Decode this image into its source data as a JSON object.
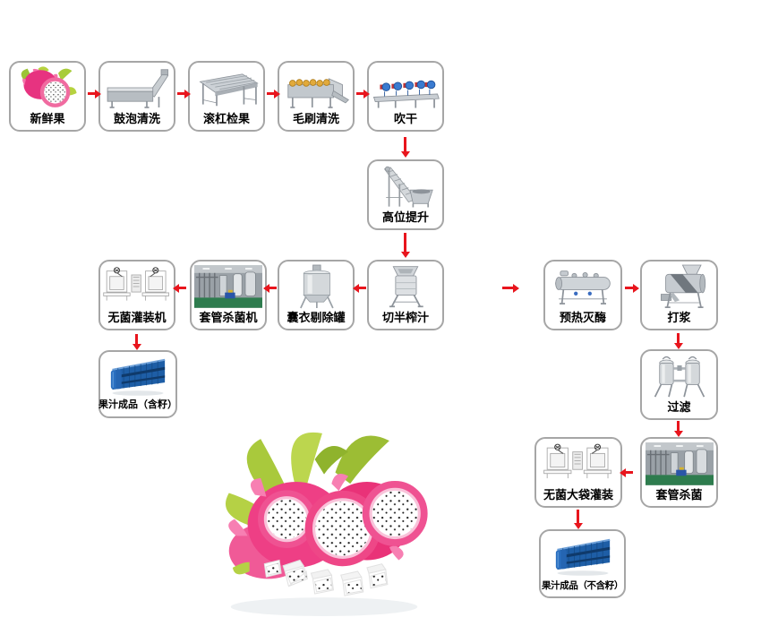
{
  "style": {
    "background": "#ffffff",
    "arrow_color": "#e8151d",
    "box_border": "#a6a6a6",
    "box_background": "#ffffff",
    "label_color": "#000000"
  },
  "nodes": [
    {
      "id": "fresh-fruit",
      "label": "新鲜果",
      "icon": "dragon-fruit-icon"
    },
    {
      "id": "bubble-washing",
      "label": "鼓泡清洗",
      "icon": "bubble-washer-icon"
    },
    {
      "id": "roller-inspection",
      "label": "滚杠检果",
      "icon": "roller-table-icon"
    },
    {
      "id": "brush-washing",
      "label": "毛刷清洗",
      "icon": "brush-washer-icon"
    },
    {
      "id": "blow-drying",
      "label": "吹干",
      "icon": "air-dryer-icon"
    },
    {
      "id": "high-lifting",
      "label": "高位提升",
      "icon": "elevator-icon"
    },
    {
      "id": "half-cut-juicing",
      "label": "切半榨汁",
      "icon": "juicer-icon"
    },
    {
      "id": "capsule-removal-tank",
      "label": "囊衣剔除罐",
      "icon": "mixing-tank-icon"
    },
    {
      "id": "tube-sterilizer-machine",
      "label": "套管杀菌机",
      "icon": "sterilizer-photo-icon"
    },
    {
      "id": "aseptic-filling-machine",
      "label": "无菌灌装机",
      "icon": "bag-filler-icon"
    },
    {
      "id": "juice-product-with-seeds",
      "label": "果汁成品（含籽）",
      "icon": "blue-drums-icon"
    },
    {
      "id": "preheat-enzyme-deactivation",
      "label": "预热灭酶",
      "icon": "preheater-icon"
    },
    {
      "id": "pulping",
      "label": "打浆",
      "icon": "pulper-icon"
    },
    {
      "id": "filtering",
      "label": "过滤",
      "icon": "filter-tanks-icon"
    },
    {
      "id": "tube-sterilization",
      "label": "套管杀菌",
      "icon": "sterilizer-photo-icon"
    },
    {
      "id": "aseptic-bag-filling",
      "label": "无菌大袋灌装",
      "icon": "bag-filler-icon"
    },
    {
      "id": "juice-product-without-seeds",
      "label": "果汁成品（不含籽）",
      "icon": "blue-drums-icon"
    }
  ],
  "edges": [
    {
      "from": "fresh-fruit",
      "to": "bubble-washing",
      "direction": "right"
    },
    {
      "from": "bubble-washing",
      "to": "roller-inspection",
      "direction": "right"
    },
    {
      "from": "roller-inspection",
      "to": "brush-washing",
      "direction": "right"
    },
    {
      "from": "brush-washing",
      "to": "blow-drying",
      "direction": "right"
    },
    {
      "from": "blow-drying",
      "to": "high-lifting",
      "direction": "down"
    },
    {
      "from": "high-lifting",
      "to": "half-cut-juicing",
      "direction": "down"
    },
    {
      "from": "half-cut-juicing",
      "to": "capsule-removal-tank",
      "direction": "left"
    },
    {
      "from": "capsule-removal-tank",
      "to": "tube-sterilizer-machine",
      "direction": "left"
    },
    {
      "from": "tube-sterilizer-machine",
      "to": "aseptic-filling-machine",
      "direction": "left"
    },
    {
      "from": "aseptic-filling-machine",
      "to": "juice-product-with-seeds",
      "direction": "down"
    },
    {
      "from": "half-cut-juicing",
      "to": "preheat-enzyme-deactivation",
      "direction": "right"
    },
    {
      "from": "preheat-enzyme-deactivation",
      "to": "pulping",
      "direction": "right"
    },
    {
      "from": "pulping",
      "to": "filtering",
      "direction": "down"
    },
    {
      "from": "filtering",
      "to": "tube-sterilization",
      "direction": "down"
    },
    {
      "from": "tube-sterilization",
      "to": "aseptic-bag-filling",
      "direction": "left"
    },
    {
      "from": "aseptic-bag-filling",
      "to": "juice-product-without-seeds",
      "direction": "down"
    }
  ],
  "decoration": {
    "bottom_image": "sliced dragon fruit photo"
  }
}
